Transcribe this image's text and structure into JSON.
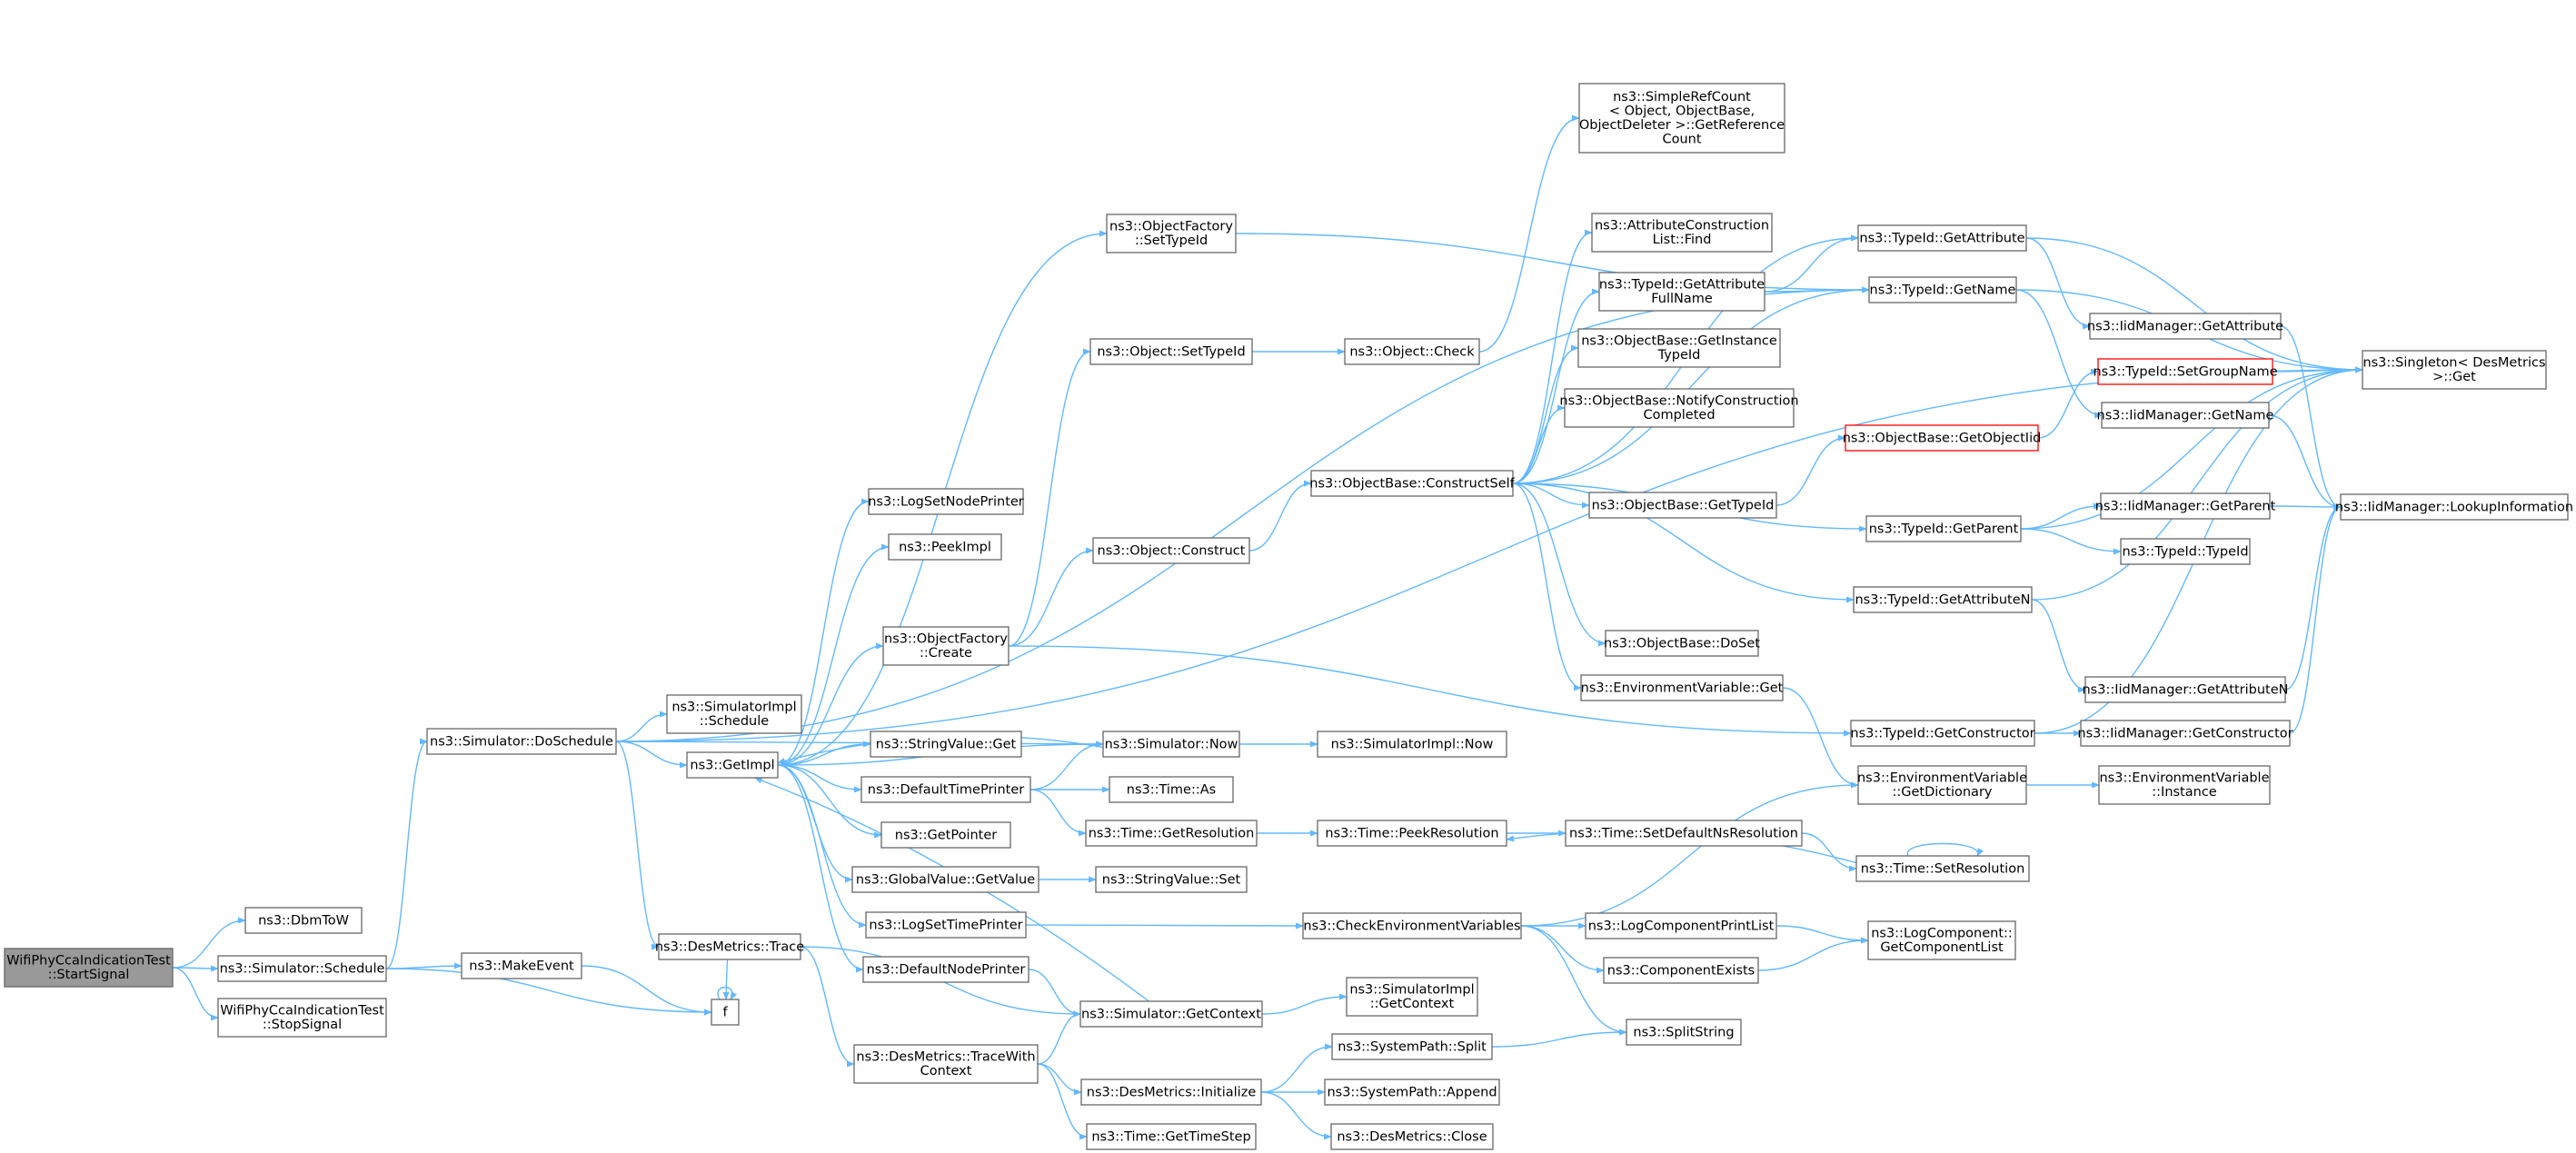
{
  "colors": {
    "edge": "#63b8ff",
    "node_border": "#666666",
    "node_fill": "#ffffff",
    "root_fill": "#999999",
    "highlight_border": "#ff0000"
  },
  "graph": {
    "nodes": [
      {
        "id": "start",
        "lines": [
          "WifiPhyCcaIndicationTest",
          "::StartSignal"
        ],
        "style": "root"
      },
      {
        "id": "dbmtow",
        "lines": [
          "ns3::DbmToW"
        ]
      },
      {
        "id": "schedule",
        "lines": [
          "ns3::Simulator::Schedule"
        ]
      },
      {
        "id": "stopsignal",
        "lines": [
          "WifiPhyCcaIndicationTest",
          "::StopSignal"
        ]
      },
      {
        "id": "makeevent",
        "lines": [
          "ns3::MakeEvent"
        ]
      },
      {
        "id": "f",
        "lines": [
          "f"
        ]
      },
      {
        "id": "doschedule",
        "lines": [
          "ns3::Simulator::DoSchedule"
        ]
      },
      {
        "id": "simimpl_schedule",
        "lines": [
          "ns3::SimulatorImpl",
          "::Schedule"
        ]
      },
      {
        "id": "desmetrics_trace",
        "lines": [
          "ns3::DesMetrics::Trace"
        ]
      },
      {
        "id": "getimpl",
        "lines": [
          "ns3::GetImpl"
        ]
      },
      {
        "id": "logsetnodeprinter",
        "lines": [
          "ns3::LogSetNodePrinter"
        ]
      },
      {
        "id": "peekimpl",
        "lines": [
          "ns3::PeekImpl"
        ]
      },
      {
        "id": "objfactory_create",
        "lines": [
          "ns3::ObjectFactory",
          "::Create"
        ]
      },
      {
        "id": "stringvalue_get",
        "lines": [
          "ns3::StringValue::Get"
        ]
      },
      {
        "id": "defaulttimeprinter",
        "lines": [
          "ns3::DefaultTimePrinter"
        ]
      },
      {
        "id": "getpointer",
        "lines": [
          "ns3::GetPointer"
        ]
      },
      {
        "id": "globalvalue_getvalue",
        "lines": [
          "ns3::GlobalValue::GetValue"
        ]
      },
      {
        "id": "logsettimeprinter",
        "lines": [
          "ns3::LogSetTimePrinter"
        ]
      },
      {
        "id": "defaultnodeprinter",
        "lines": [
          "ns3::DefaultNodePrinter"
        ]
      },
      {
        "id": "tracewithcontext",
        "lines": [
          "ns3::DesMetrics::TraceWith",
          "Context"
        ]
      },
      {
        "id": "objfactory_settypeid",
        "lines": [
          "ns3::ObjectFactory",
          "::SetTypeId"
        ]
      },
      {
        "id": "object_settypeid",
        "lines": [
          "ns3::Object::SetTypeId"
        ]
      },
      {
        "id": "object_construct",
        "lines": [
          "ns3::Object::Construct"
        ]
      },
      {
        "id": "sim_now",
        "lines": [
          "ns3::Simulator::Now"
        ]
      },
      {
        "id": "time_as",
        "lines": [
          "ns3::Time::As"
        ]
      },
      {
        "id": "time_getresolution",
        "lines": [
          "ns3::Time::GetResolution"
        ]
      },
      {
        "id": "stringvalue_set",
        "lines": [
          "ns3::StringValue::Set"
        ]
      },
      {
        "id": "sim_getcontext",
        "lines": [
          "ns3::Simulator::GetContext"
        ]
      },
      {
        "id": "desmetrics_initialize",
        "lines": [
          "ns3::DesMetrics::Initialize"
        ]
      },
      {
        "id": "time_gettimestep",
        "lines": [
          "ns3::Time::GetTimeStep"
        ]
      },
      {
        "id": "object_check",
        "lines": [
          "ns3::Object::Check"
        ]
      },
      {
        "id": "objbase_constructself",
        "lines": [
          "ns3::ObjectBase::ConstructSelf"
        ]
      },
      {
        "id": "simimpl_now",
        "lines": [
          "ns3::SimulatorImpl::Now"
        ]
      },
      {
        "id": "time_peekresolution",
        "lines": [
          "ns3::Time::PeekResolution"
        ]
      },
      {
        "id": "checkenvvars",
        "lines": [
          "ns3::CheckEnvironmentVariables"
        ]
      },
      {
        "id": "simimpl_getcontext",
        "lines": [
          "ns3::SimulatorImpl",
          "::GetContext"
        ]
      },
      {
        "id": "systempath_split",
        "lines": [
          "ns3::SystemPath::Split"
        ]
      },
      {
        "id": "systempath_append",
        "lines": [
          "ns3::SystemPath::Append"
        ]
      },
      {
        "id": "desmetrics_close",
        "lines": [
          "ns3::DesMetrics::Close"
        ]
      },
      {
        "id": "simplerefcount",
        "lines": [
          "ns3::SimpleRefCount",
          "< Object, ObjectBase,",
          "ObjectDeleter >::GetReference",
          "Count"
        ]
      },
      {
        "id": "attrconstructionlist_find",
        "lines": [
          "ns3::AttributeConstruction",
          "List::Find"
        ]
      },
      {
        "id": "typeid_getattributefullname",
        "lines": [
          "ns3::TypeId::GetAttribute",
          "FullName"
        ]
      },
      {
        "id": "objbase_getinstancetypeid",
        "lines": [
          "ns3::ObjectBase::GetInstance",
          "TypeId"
        ]
      },
      {
        "id": "objbase_notifyconstruction",
        "lines": [
          "ns3::ObjectBase::NotifyConstruction",
          "Completed"
        ]
      },
      {
        "id": "objbase_gettypeid",
        "lines": [
          "ns3::ObjectBase::GetTypeId"
        ]
      },
      {
        "id": "objbase_doset",
        "lines": [
          "ns3::ObjectBase::DoSet"
        ]
      },
      {
        "id": "envvar_get",
        "lines": [
          "ns3::EnvironmentVariable::Get"
        ]
      },
      {
        "id": "time_setdefaultnsresolution",
        "lines": [
          "ns3::Time::SetDefaultNsResolution"
        ]
      },
      {
        "id": "logcomponentprintlist",
        "lines": [
          "ns3::LogComponentPrintList"
        ]
      },
      {
        "id": "componentexists",
        "lines": [
          "ns3::ComponentExists"
        ]
      },
      {
        "id": "splitstring",
        "lines": [
          "ns3::SplitString"
        ]
      },
      {
        "id": "typeid_getattribute",
        "lines": [
          "ns3::TypeId::GetAttribute"
        ]
      },
      {
        "id": "typeid_getname",
        "lines": [
          "ns3::TypeId::GetName"
        ]
      },
      {
        "id": "objbase_getobjectiid",
        "lines": [
          "ns3::ObjectBase::GetObjectIid"
        ],
        "style": "highlight"
      },
      {
        "id": "typeid_getparent",
        "lines": [
          "ns3::TypeId::GetParent"
        ]
      },
      {
        "id": "typeid_getattributen",
        "lines": [
          "ns3::TypeId::GetAttributeN"
        ]
      },
      {
        "id": "typeid_getconstructor",
        "lines": [
          "ns3::TypeId::GetConstructor"
        ]
      },
      {
        "id": "envvar_getdictionary",
        "lines": [
          "ns3::EnvironmentVariable",
          "::GetDictionary"
        ]
      },
      {
        "id": "time_setresolution",
        "lines": [
          "ns3::Time::SetResolution"
        ]
      },
      {
        "id": "logcomponent_getcomponentlist",
        "lines": [
          "ns3::LogComponent::",
          "GetComponentList"
        ]
      },
      {
        "id": "iidmanager_getattribute",
        "lines": [
          "ns3::IidManager::GetAttribute"
        ]
      },
      {
        "id": "typeid_setgroupname",
        "lines": [
          "ns3::TypeId::SetGroupName"
        ],
        "style": "highlight"
      },
      {
        "id": "iidmanager_getname",
        "lines": [
          "ns3::IidManager::GetName"
        ]
      },
      {
        "id": "iidmanager_getparent",
        "lines": [
          "ns3::IidManager::GetParent"
        ]
      },
      {
        "id": "typeid_typeid",
        "lines": [
          "ns3::TypeId::TypeId"
        ]
      },
      {
        "id": "iidmanager_getattributen",
        "lines": [
          "ns3::IidManager::GetAttributeN"
        ]
      },
      {
        "id": "iidmanager_getconstructor",
        "lines": [
          "ns3::IidManager::GetConstructor"
        ]
      },
      {
        "id": "envvar_instance",
        "lines": [
          "ns3::EnvironmentVariable",
          "::Instance"
        ]
      },
      {
        "id": "singleton_get",
        "lines": [
          "ns3::Singleton< DesMetrics",
          " >::Get"
        ]
      },
      {
        "id": "iidmanager_lookupinformation",
        "lines": [
          "ns3::IidManager::LookupInformation"
        ]
      }
    ],
    "edges": [
      [
        "start",
        "dbmtow"
      ],
      [
        "start",
        "schedule"
      ],
      [
        "start",
        "stopsignal"
      ],
      [
        "schedule",
        "doschedule"
      ],
      [
        "schedule",
        "makeevent"
      ],
      [
        "schedule",
        "f"
      ],
      [
        "makeevent",
        "f"
      ],
      [
        "f",
        "f"
      ],
      [
        "doschedule",
        "simimpl_schedule"
      ],
      [
        "doschedule",
        "getimpl"
      ],
      [
        "doschedule",
        "desmetrics_trace"
      ],
      [
        "doschedule",
        "sim_now"
      ],
      [
        "doschedule",
        "singleton_get"
      ],
      [
        "doschedule",
        "typeid_getname"
      ],
      [
        "desmetrics_trace",
        "f"
      ],
      [
        "desmetrics_trace",
        "sim_getcontext"
      ],
      [
        "desmetrics_trace",
        "tracewithcontext"
      ],
      [
        "getimpl",
        "logsetnodeprinter"
      ],
      [
        "getimpl",
        "peekimpl"
      ],
      [
        "getimpl",
        "objfactory_create"
      ],
      [
        "getimpl",
        "stringvalue_get"
      ],
      [
        "getimpl",
        "defaulttimeprinter"
      ],
      [
        "getimpl",
        "getpointer"
      ],
      [
        "getimpl",
        "globalvalue_getvalue"
      ],
      [
        "getimpl",
        "logsettimeprinter"
      ],
      [
        "getimpl",
        "defaultnodeprinter"
      ],
      [
        "getimpl",
        "objfactory_settypeid"
      ],
      [
        "getimpl",
        "sim_now"
      ],
      [
        "objfactory_create",
        "object_construct"
      ],
      [
        "objfactory_create",
        "object_settypeid"
      ],
      [
        "objfactory_create",
        "typeid_getconstructor"
      ],
      [
        "defaulttimeprinter",
        "sim_now"
      ],
      [
        "defaulttimeprinter",
        "time_as"
      ],
      [
        "defaulttimeprinter",
        "time_getresolution"
      ],
      [
        "globalvalue_getvalue",
        "stringvalue_set"
      ],
      [
        "logsettimeprinter",
        "checkenvvars"
      ],
      [
        "defaultnodeprinter",
        "sim_getcontext"
      ],
      [
        "tracewithcontext",
        "sim_getcontext"
      ],
      [
        "tracewithcontext",
        "desmetrics_initialize"
      ],
      [
        "tracewithcontext",
        "time_gettimestep"
      ],
      [
        "objfactory_settypeid",
        "typeid_getname"
      ],
      [
        "object_settypeid",
        "object_check"
      ],
      [
        "object_construct",
        "objbase_constructself"
      ],
      [
        "sim_now",
        "getimpl"
      ],
      [
        "sim_now",
        "simimpl_now"
      ],
      [
        "time_getresolution",
        "time_peekresolution"
      ],
      [
        "sim_getcontext",
        "getimpl"
      ],
      [
        "sim_getcontext",
        "simimpl_getcontext"
      ],
      [
        "desmetrics_initialize",
        "systempath_split"
      ],
      [
        "desmetrics_initialize",
        "systempath_append"
      ],
      [
        "desmetrics_initialize",
        "desmetrics_close"
      ],
      [
        "object_check",
        "simplerefcount"
      ],
      [
        "objbase_constructself",
        "attrconstructionlist_find"
      ],
      [
        "objbase_constructself",
        "typeid_getattributefullname"
      ],
      [
        "objbase_constructself",
        "objbase_getinstancetypeid"
      ],
      [
        "objbase_constructself",
        "objbase_notifyconstruction"
      ],
      [
        "objbase_constructself",
        "objbase_gettypeid"
      ],
      [
        "objbase_constructself",
        "objbase_doset"
      ],
      [
        "objbase_constructself",
        "envvar_get"
      ],
      [
        "objbase_constructself",
        "typeid_getattribute"
      ],
      [
        "objbase_constructself",
        "typeid_getname"
      ],
      [
        "objbase_constructself",
        "typeid_getparent"
      ],
      [
        "objbase_constructself",
        "typeid_getattributen"
      ],
      [
        "time_peekresolution",
        "time_setdefaultnsresolution"
      ],
      [
        "checkenvvars",
        "logcomponentprintlist"
      ],
      [
        "checkenvvars",
        "componentexists"
      ],
      [
        "checkenvvars",
        "splitstring"
      ],
      [
        "checkenvvars",
        "envvar_getdictionary"
      ],
      [
        "systempath_split",
        "splitstring"
      ],
      [
        "typeid_getattributefullname",
        "typeid_getattribute"
      ],
      [
        "typeid_getattributefullname",
        "typeid_getname"
      ],
      [
        "objbase_gettypeid",
        "objbase_getobjectiid"
      ],
      [
        "envvar_get",
        "envvar_getdictionary"
      ],
      [
        "time_setdefaultnsresolution",
        "time_setresolution"
      ],
      [
        "logcomponentprintlist",
        "logcomponent_getcomponentlist"
      ],
      [
        "componentexists",
        "logcomponent_getcomponentlist"
      ],
      [
        "typeid_getattribute",
        "iidmanager_getattribute"
      ],
      [
        "typeid_getattribute",
        "singleton_get"
      ],
      [
        "typeid_getname",
        "iidmanager_getname"
      ],
      [
        "typeid_getname",
        "singleton_get"
      ],
      [
        "objbase_getobjectiid",
        "typeid_setgroupname"
      ],
      [
        "typeid_getparent",
        "iidmanager_getparent"
      ],
      [
        "typeid_getparent",
        "typeid_typeid"
      ],
      [
        "typeid_getparent",
        "singleton_get"
      ],
      [
        "typeid_getattributen",
        "iidmanager_getattributen"
      ],
      [
        "typeid_getattributen",
        "singleton_get"
      ],
      [
        "typeid_getconstructor",
        "iidmanager_getconstructor"
      ],
      [
        "typeid_getconstructor",
        "singleton_get"
      ],
      [
        "envvar_getdictionary",
        "envvar_instance"
      ],
      [
        "time_setresolution",
        "time_peekresolution"
      ],
      [
        "time_setresolution",
        "time_setresolution"
      ],
      [
        "iidmanager_getattribute",
        "iidmanager_lookupinformation"
      ],
      [
        "typeid_setgroupname",
        "singleton_get"
      ],
      [
        "iidmanager_getname",
        "iidmanager_lookupinformation"
      ],
      [
        "iidmanager_getparent",
        "iidmanager_lookupinformation"
      ],
      [
        "iidmanager_getattributen",
        "iidmanager_lookupinformation"
      ],
      [
        "iidmanager_getconstructor",
        "iidmanager_lookupinformation"
      ]
    ]
  }
}
